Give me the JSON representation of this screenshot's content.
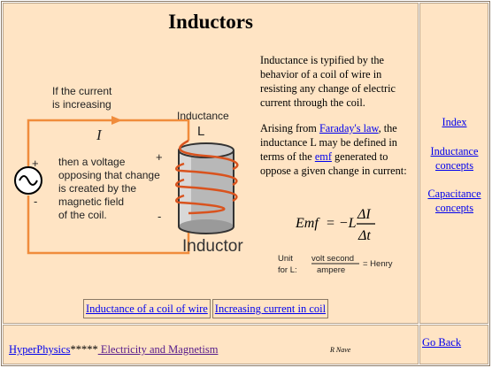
{
  "title": "Inductors",
  "paragraph_1": "Inductance is typified by the behavior of a coil of wire in resisting any change of electric current through the coil.",
  "paragraph_2": {
    "t1": "Arising from ",
    "link_faraday": "Faraday's law",
    "t2": ", the inductance L may be defined in terms of the ",
    "link_emf": "emf",
    "t3": " generated to oppose a given change in current:"
  },
  "diagram": {
    "if_current_line1": "If the current",
    "if_current_line2": "is increasing",
    "current_symbol": "I",
    "inductance_label": "Inductance",
    "inductance_symbol": "L",
    "plus": "+",
    "minus": "-",
    "then_line1": "then a voltage",
    "then_line2": "opposing that change",
    "then_line3": "is created by the",
    "then_line4": "magnetic field",
    "then_line5": "of the coil.",
    "inductor_label": "Inductor",
    "colors": {
      "wire": "#f08c3c",
      "coil": "#d9531e",
      "core": "#b8b8b8"
    }
  },
  "formula": {
    "lhs": "Emf",
    "eq": "= −L",
    "num": "ΔI",
    "den": "Δt",
    "unit_label_1": "Unit",
    "unit_label_2": "for L:",
    "unit_num": "volt second",
    "unit_den": "ampere",
    "unit_eq": "= Henry"
  },
  "bottom_links": [
    "Inductance of a coil of wire",
    "Increasing current in coil"
  ],
  "sidebar": {
    "index": "Index",
    "inductance_concepts": "Inductance concepts",
    "capacitance_concepts": "Capacitance concepts"
  },
  "footer": {
    "hyperphysics": "HyperPhysics",
    "stars": "*****",
    "electricity": " Electricity and Magnetism",
    "credit": "R Nave",
    "go_back": "Go Back"
  }
}
